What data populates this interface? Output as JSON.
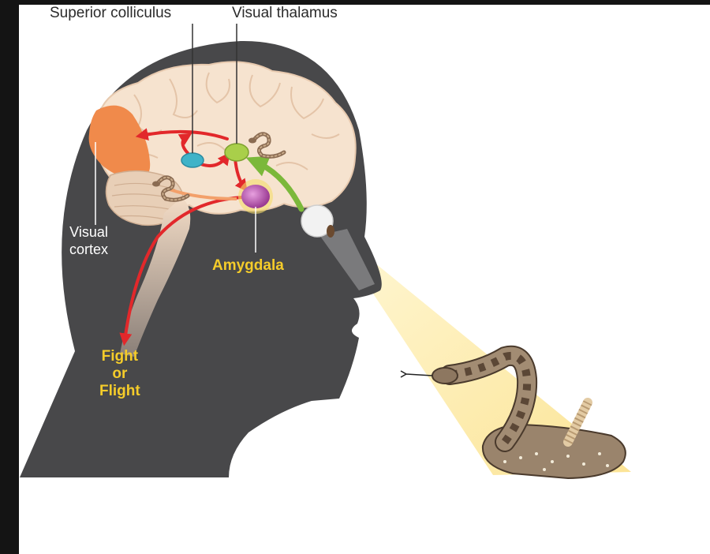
{
  "labels": {
    "superior_colliculus": "Superior colliculus",
    "visual_thalamus": "Visual thalamus",
    "visual_cortex": [
      "Visual",
      "cortex"
    ],
    "amygdala": "Amygdala",
    "response": [
      "Fight",
      "or",
      "Flight"
    ]
  },
  "colors": {
    "head": "#48484a",
    "brain": "#f6e3cf",
    "visual_cortex": "#f08a4b",
    "superior_colliculus": "#3fb3c8",
    "visual_thalamus": "#a9cf4a",
    "amygdala": "#b04aa8",
    "red_pathway": "#e2282b",
    "green_pathway": "#7bb83a",
    "light_cone": "#fbe9a3",
    "label_yellow": "#f5cc2a"
  }
}
